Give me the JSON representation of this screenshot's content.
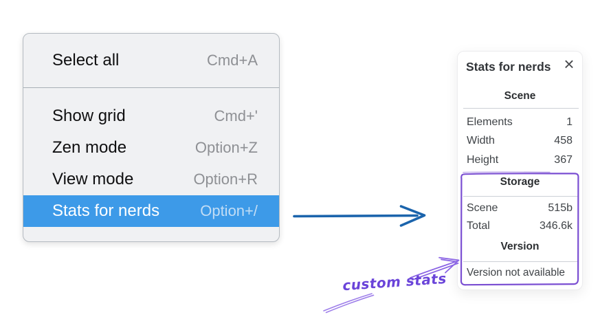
{
  "colors": {
    "menu_highlight_blue": "#3d9ae8",
    "flow_arrow_blue": "#1b64ac",
    "annotation_purple": "#7a4ed2"
  },
  "context_menu": {
    "sections": [
      {
        "items": [
          {
            "label": "Select all",
            "shortcut": "Cmd+A"
          }
        ]
      },
      {
        "items": [
          {
            "label": "Show grid",
            "shortcut": "Cmd+'"
          },
          {
            "label": "Zen mode",
            "shortcut": "Option+Z"
          },
          {
            "label": "View mode",
            "shortcut": "Option+R"
          },
          {
            "label": "Stats for nerds",
            "shortcut": "Option+/"
          }
        ]
      }
    ]
  },
  "stats_panel": {
    "title": "Stats for nerds",
    "close_icon": "×",
    "scene": {
      "header": "Scene",
      "rows": [
        {
          "label": "Elements",
          "value": "1"
        },
        {
          "label": "Width",
          "value": "458"
        },
        {
          "label": "Height",
          "value": "367"
        }
      ]
    },
    "storage": {
      "header": "Storage",
      "rows": [
        {
          "label": "Scene",
          "value": "515b"
        },
        {
          "label": "Total",
          "value": "346.6k"
        }
      ]
    },
    "version": {
      "header": "Version",
      "note": "Version not available"
    }
  },
  "annotations": {
    "label": "custom stats"
  }
}
